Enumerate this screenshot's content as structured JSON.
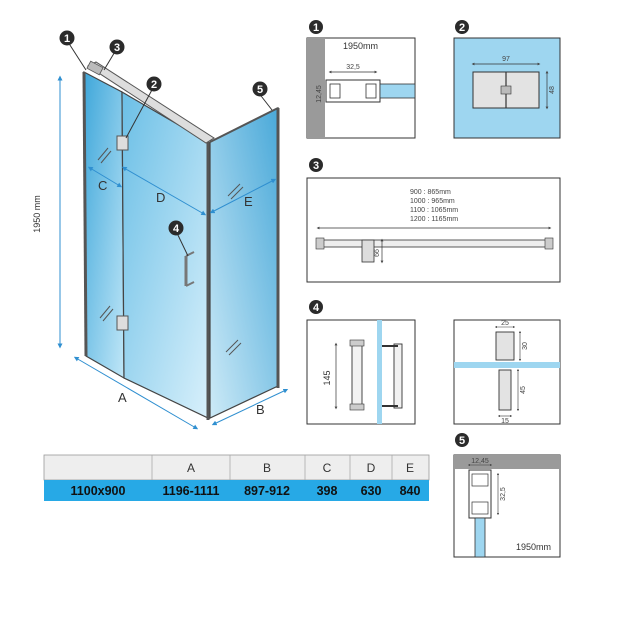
{
  "callouts": [
    "1",
    "2",
    "3",
    "4",
    "5"
  ],
  "main_view": {
    "height_label": "1950 mm",
    "letters": [
      "A",
      "B",
      "C",
      "D",
      "E"
    ]
  },
  "detail_1": {
    "height": "1950mm",
    "width": "32,5",
    "side": "12,45"
  },
  "detail_2": {
    "width": "97",
    "height": "48"
  },
  "detail_3": {
    "sizes": [
      "900 : 865mm",
      "1000 : 965mm",
      "1100 : 1065mm",
      "1200 : 1165mm"
    ],
    "height": "66"
  },
  "detail_4": {
    "handle": "145"
  },
  "detail_4b": {
    "top": "25",
    "right": "30",
    "mid": "45",
    "bottom": "15"
  },
  "detail_5": {
    "width": "12,45",
    "side": "32,5",
    "height": "1950mm"
  },
  "table": {
    "headers": [
      "",
      "A",
      "B",
      "C",
      "D",
      "E"
    ],
    "row": [
      "1100x900",
      "1196-1111",
      "897-912",
      "398",
      "630",
      "840"
    ]
  },
  "colors": {
    "glass": "#9ed6f0",
    "glass_dark": "#5fb6e0",
    "row_highlight": "#27a9e6",
    "header_bg": "#eeeeee",
    "badge": "#2b2b2b",
    "dim_line": "#2f8fd0",
    "wall": "#9a9a9a"
  }
}
